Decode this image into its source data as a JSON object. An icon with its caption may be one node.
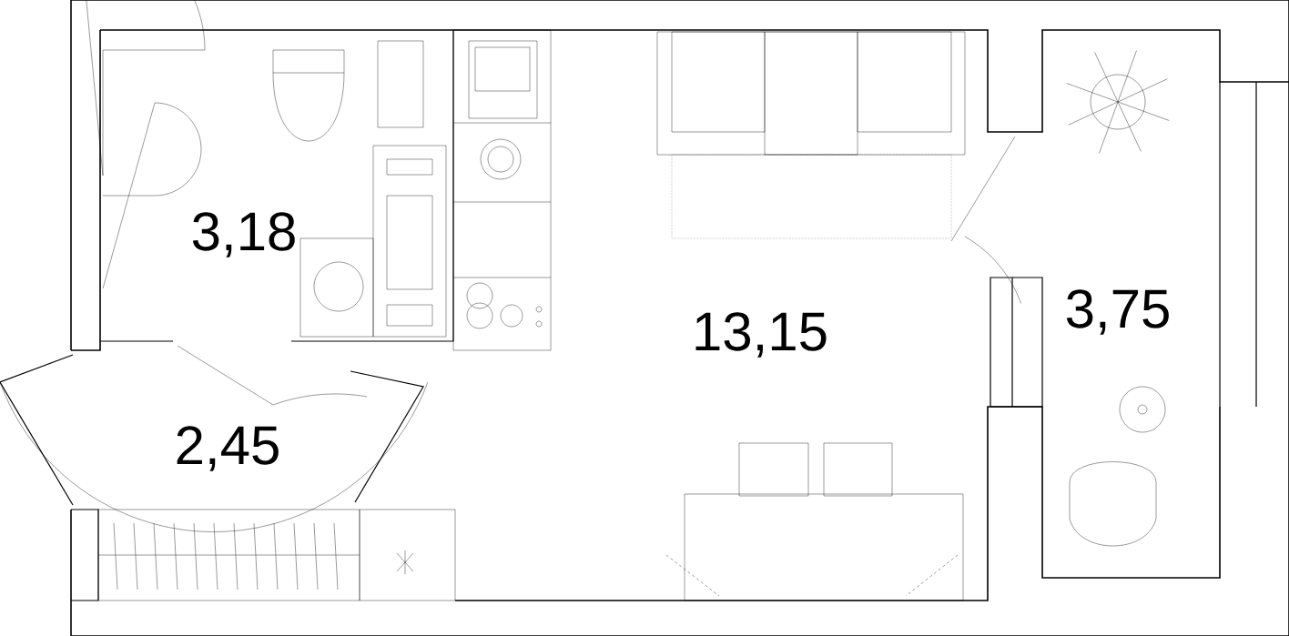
{
  "diagram": {
    "labels": [
      "3,18",
      "3,75",
      "13,15",
      "2,45"
    ]
  }
}
